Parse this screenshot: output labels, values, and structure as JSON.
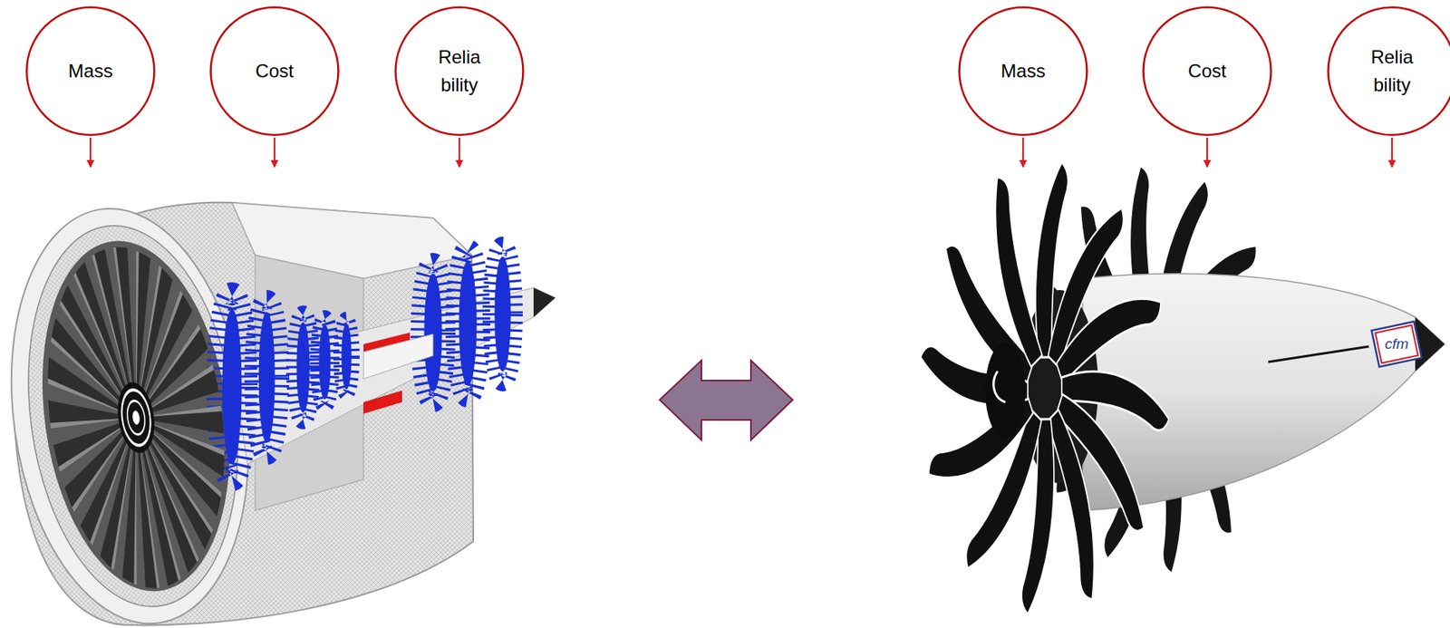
{
  "diagram": {
    "nodes": [
      {
        "text": [
          "Mass"
        ]
      },
      {
        "text": [
          "Cost"
        ]
      },
      {
        "text": [
          "Relia bility"
        ]
      },
      {
        "text": [
          "Mass"
        ]
      },
      {
        "text": [
          "Cost"
        ]
      },
      {
        "text": [
          "Relia bility"
        ]
      }
    ],
    "labels": [
      "cfm"
    ]
  }
}
